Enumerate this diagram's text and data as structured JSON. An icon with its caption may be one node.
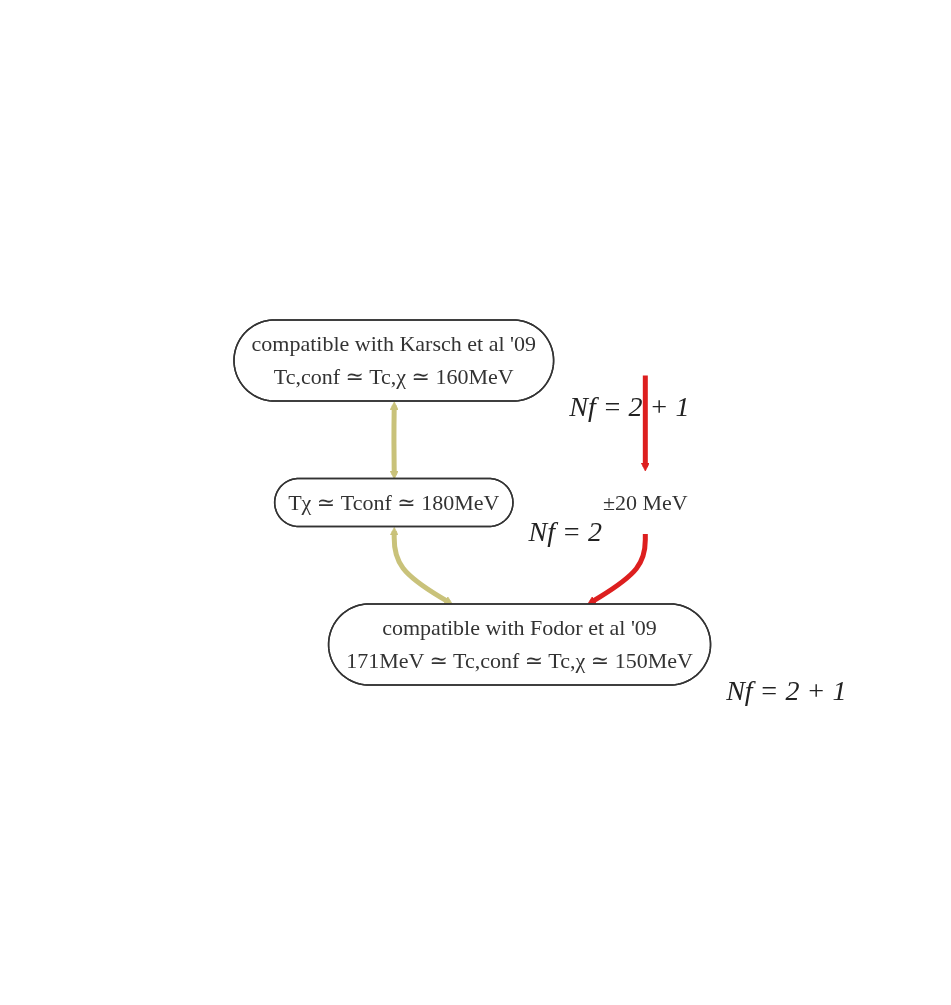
{
  "diagram": {
    "nodes": [
      {
        "text": [
          "compatible with Karsch et al '09",
          "Tc,conf ≃ Tc,χ ≃ 160MeV"
        ],
        "beside": [
          "Nf = 2 + 1"
        ]
      },
      {
        "text": [
          "Tχ ≃ Tconf ≃ 180MeV"
        ],
        "beside": [
          "Nf = 2"
        ]
      },
      {
        "text": [
          "compatible with Fodor et al '09",
          "171MeV ≃ Tc,conf ≃ Tc,χ ≃ 150MeV"
        ],
        "beside": [
          "Nf = 2 + 1"
        ]
      },
      {
        "text": [
          "±20 MeV"
        ]
      }
    ],
    "edges": [
      {
        "from": 0,
        "to": 1,
        "arrow": "both"
      },
      {
        "from": 1,
        "to": 2,
        "arrow": "both"
      },
      {
        "from": null,
        "to": 3,
        "arrow": "to",
        "color": "#dd1f1f"
      },
      {
        "from": 3,
        "to": 2,
        "arrow": "to",
        "color": "#dd1f1f"
      }
    ]
  }
}
